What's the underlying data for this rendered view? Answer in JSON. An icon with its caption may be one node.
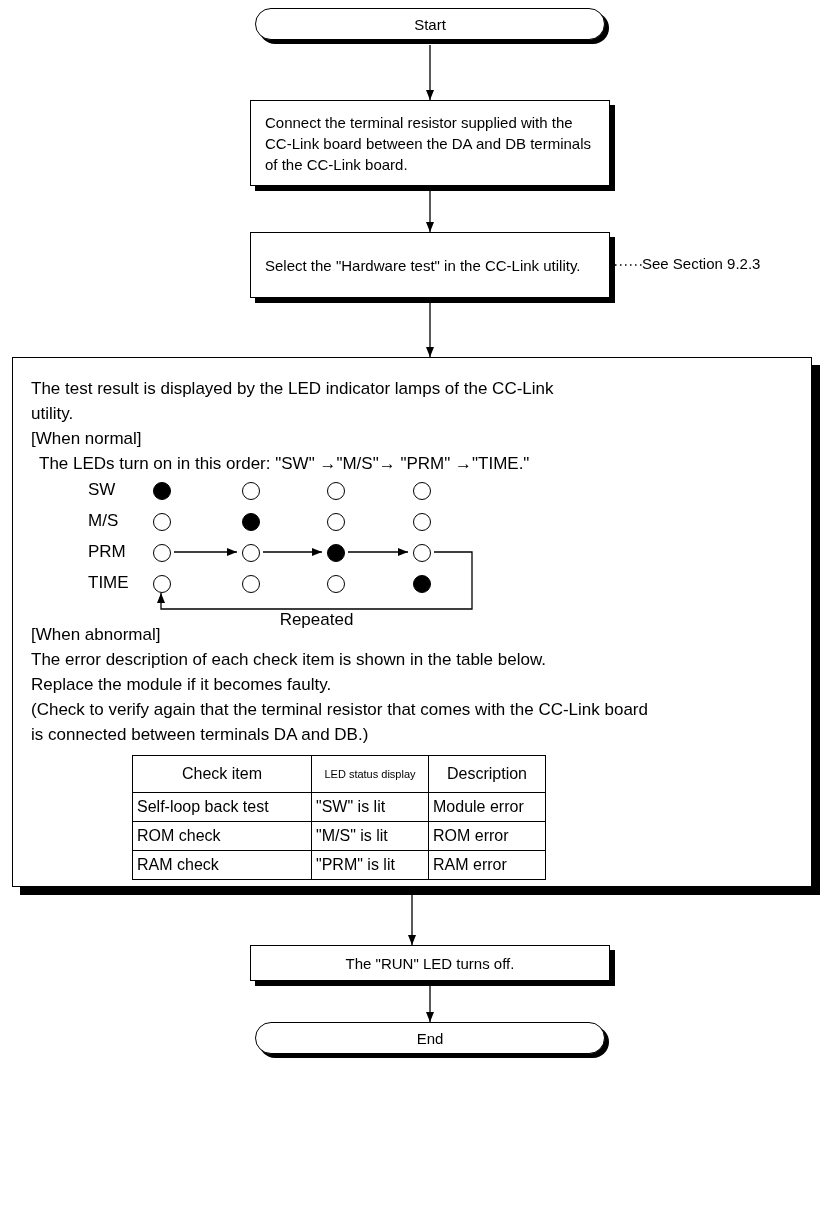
{
  "diagram": {
    "nodes": [
      {
        "text": [
          "Start"
        ]
      },
      {
        "text": [
          "Connect the terminal resistor supplied with the CC-Link board between the DA and DB terminals of the CC-Link board."
        ]
      },
      {
        "text": [
          "Select the \"Hardware test\" in the CC-Link utility."
        ]
      },
      {
        "text": [
          "See Section 9.2.3"
        ]
      },
      {
        "text": [
          "The test result is displayed by the LED indicator lamps of the CC-Link utility.",
          "[When normal]",
          "The LEDs turn on in this order: \"SW\" →\"M/S\"→ \"PRM\" →\"TIME.\"",
          "[When abnormal]",
          "The error description of each check item is shown in the table below.",
          "Replace the module if it becomes faulty.",
          "(Check to verify again that the terminal resistor that comes with the CC-Link board is connected between terminals DA and DB.)"
        ]
      },
      {
        "text": [],
        "shape": "dot",
        "in": 4
      },
      {
        "text": [],
        "shape": "circle",
        "in": 4
      },
      {
        "text": [],
        "shape": "circle",
        "in": 4
      },
      {
        "text": [],
        "shape": "circle",
        "in": 4
      },
      {
        "text": [],
        "shape": "circle",
        "in": 4
      },
      {
        "text": [],
        "shape": "dot",
        "in": 4
      },
      {
        "text": [],
        "shape": "circle",
        "in": 4
      },
      {
        "text": [],
        "shape": "circle",
        "in": 4
      },
      {
        "text": [],
        "shape": "circle",
        "in": 4
      },
      {
        "text": [],
        "shape": "circle",
        "in": 4
      },
      {
        "text": [],
        "shape": "dot",
        "in": 4
      },
      {
        "text": [],
        "shape": "circle",
        "in": 4
      },
      {
        "text": [],
        "shape": "circle",
        "in": 4
      },
      {
        "text": [],
        "shape": "circle",
        "in": 4
      },
      {
        "text": [],
        "shape": "circle",
        "in": 4
      },
      {
        "text": [],
        "shape": "dot",
        "in": 4
      },
      {
        "text": [
          "The \"RUN\" LED turns off."
        ]
      },
      {
        "text": [
          "End"
        ]
      }
    ],
    "edges": [
      {
        "from": 0,
        "to": 1,
        "arrow": "to"
      },
      {
        "from": 1,
        "to": 2,
        "arrow": "to"
      },
      {
        "from": 2,
        "to": 4,
        "arrow": "to"
      },
      {
        "from": 2,
        "to": 3,
        "arrow": "none",
        "style": "dashed"
      },
      {
        "from": 4,
        "to": 21,
        "arrow": "to"
      },
      {
        "from": 21,
        "to": 22,
        "arrow": "to"
      },
      {
        "from": 13,
        "to": 14,
        "arrow": "to"
      },
      {
        "from": 14,
        "to": 15,
        "arrow": "to"
      },
      {
        "from": 15,
        "to": 16,
        "arrow": "to"
      },
      {
        "from": 16,
        "to": 17,
        "arrow": "to",
        "label": "Repeated"
      }
    ],
    "labels": [
      "SW",
      "M/S",
      "PRM",
      "TIME",
      "Check item",
      "LED status display",
      "Description",
      "Self-loop back test",
      "\"SW\" is lit",
      "Module error",
      "ROM check",
      "\"M/S\" is lit",
      "ROM error",
      "RAM check",
      "\"PRM\" is lit",
      "RAM error"
    ]
  }
}
